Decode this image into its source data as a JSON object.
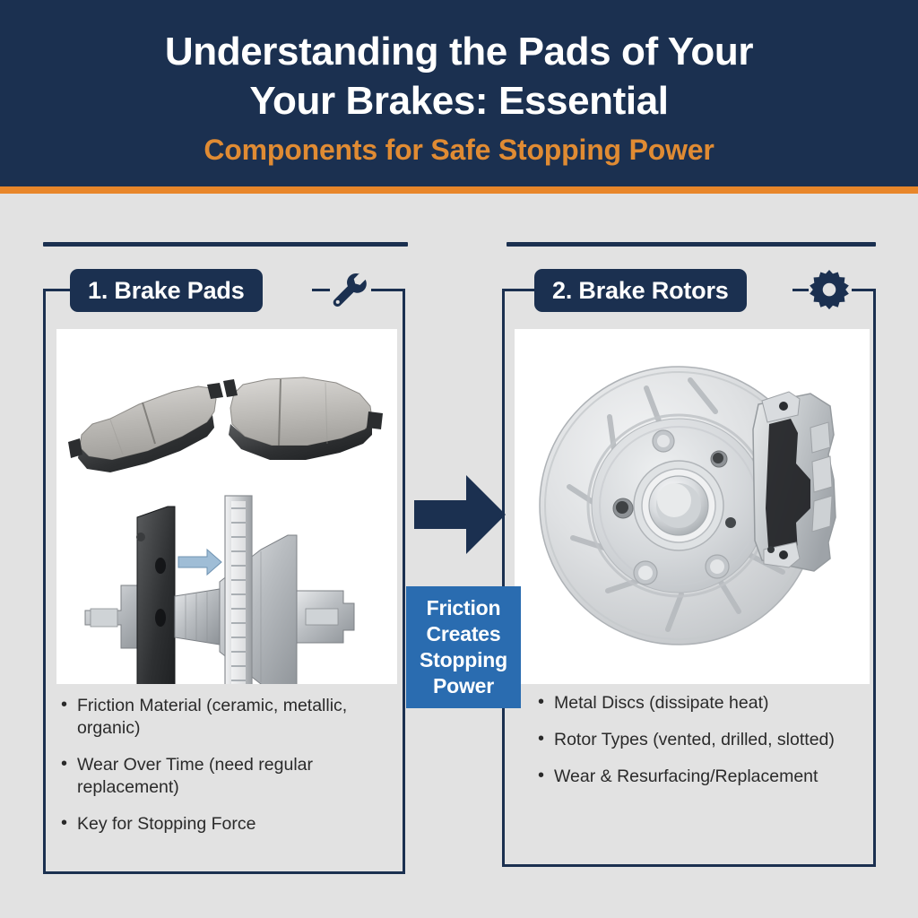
{
  "header": {
    "title_line1": "Understanding the Pads of Your",
    "title_line2": "Your Brakes: Essential",
    "subtitle": "Components for Safe Stopping Power",
    "bg_color": "#1b3050",
    "accent_color": "#e8862a",
    "title_color": "#ffffff",
    "subtitle_color": "#e08b33"
  },
  "cards": [
    {
      "badge_label": "1. Brake Pads",
      "icon": "wrench-icon",
      "image_caption": "brake-pads-photo",
      "secondary_image_caption": "rotor-hub-assembly-diagram",
      "bullets": [
        "Friction Material (ceramic, metallic, organic)",
        "Wear Over Time (need regular replacement)",
        "Key for Stopping Force"
      ]
    },
    {
      "badge_label": "2. Brake Rotors",
      "icon": "gear-icon",
      "image_caption": "slotted-rotor-with-caliper-photo",
      "bullets": [
        "Metal Discs (dissipate heat)",
        "Rotor Types (vented, drilled, slotted)",
        "Wear & Resurfacing/Replacement"
      ]
    }
  ],
  "connector": {
    "arrow": "right-arrow-icon",
    "label_line1": "Friction",
    "label_line2": "Creates",
    "label_line3": "Stopping",
    "label_line4": "Power",
    "label_bg_color": "#2a6cb0",
    "label_text_color": "#ffffff"
  },
  "palette": {
    "page_bg": "#e2e2e2",
    "navy": "#1b3050",
    "orange": "#e8862a",
    "blue": "#2a6cb0",
    "panel_bg": "#ffffff"
  }
}
